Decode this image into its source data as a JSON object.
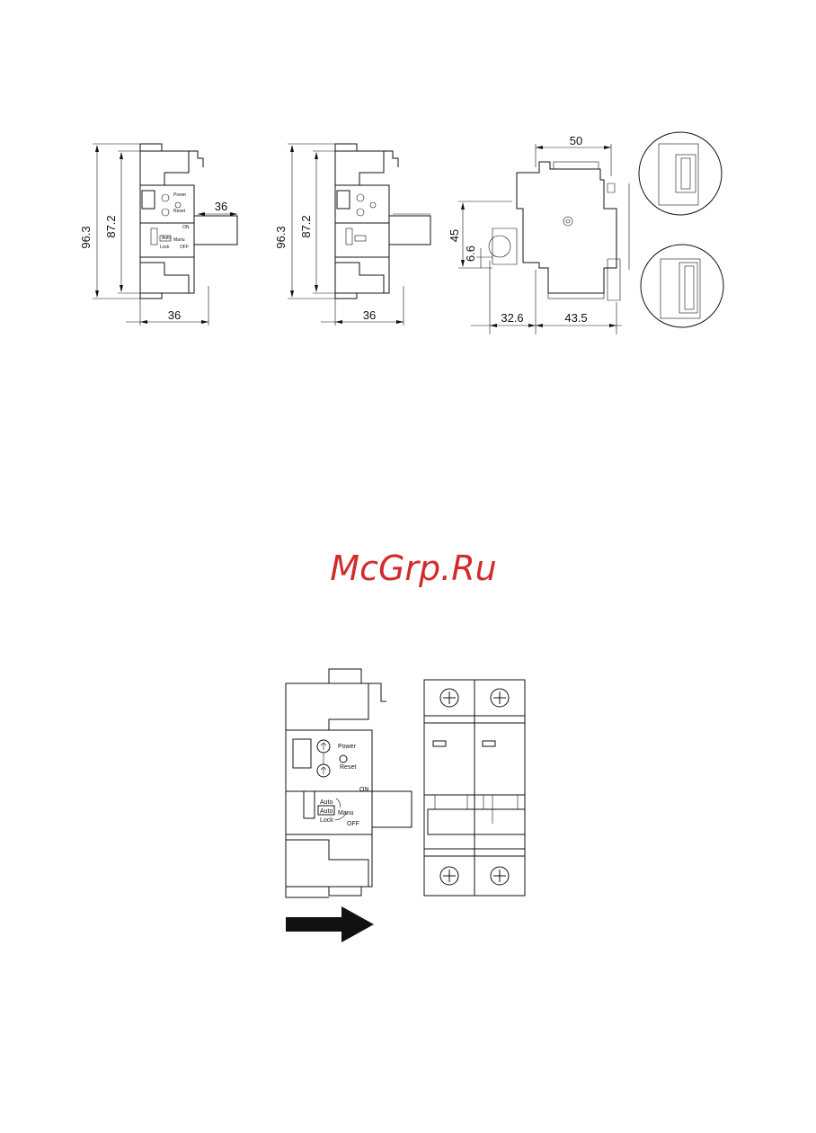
{
  "dimensions": {
    "front_view_1": {
      "total_height": "96.3",
      "body_height": "87.2",
      "width": "36",
      "rail": "36"
    },
    "front_view_2": {
      "total_height": "96.3",
      "body_height": "87.2",
      "width": "36"
    },
    "side_view": {
      "top_width": "50",
      "height": "45",
      "offset": "6.6",
      "left_depth": "32.6",
      "right_depth": "43.5"
    }
  },
  "panel_labels": {
    "power": "Power",
    "reset": "Reset",
    "on": "ON",
    "off": "OFF",
    "auto_top": "Auto",
    "auto_box": "Auto",
    "manu": "Manu",
    "lock": "Lock"
  },
  "watermark": "McGrp.Ru",
  "colors": {
    "watermark": "#d22b2b",
    "line": "#111111",
    "arrow": "#111111"
  },
  "icons": {
    "arrow": "right-arrow-icon",
    "screw": "phillips-screw-icon"
  }
}
